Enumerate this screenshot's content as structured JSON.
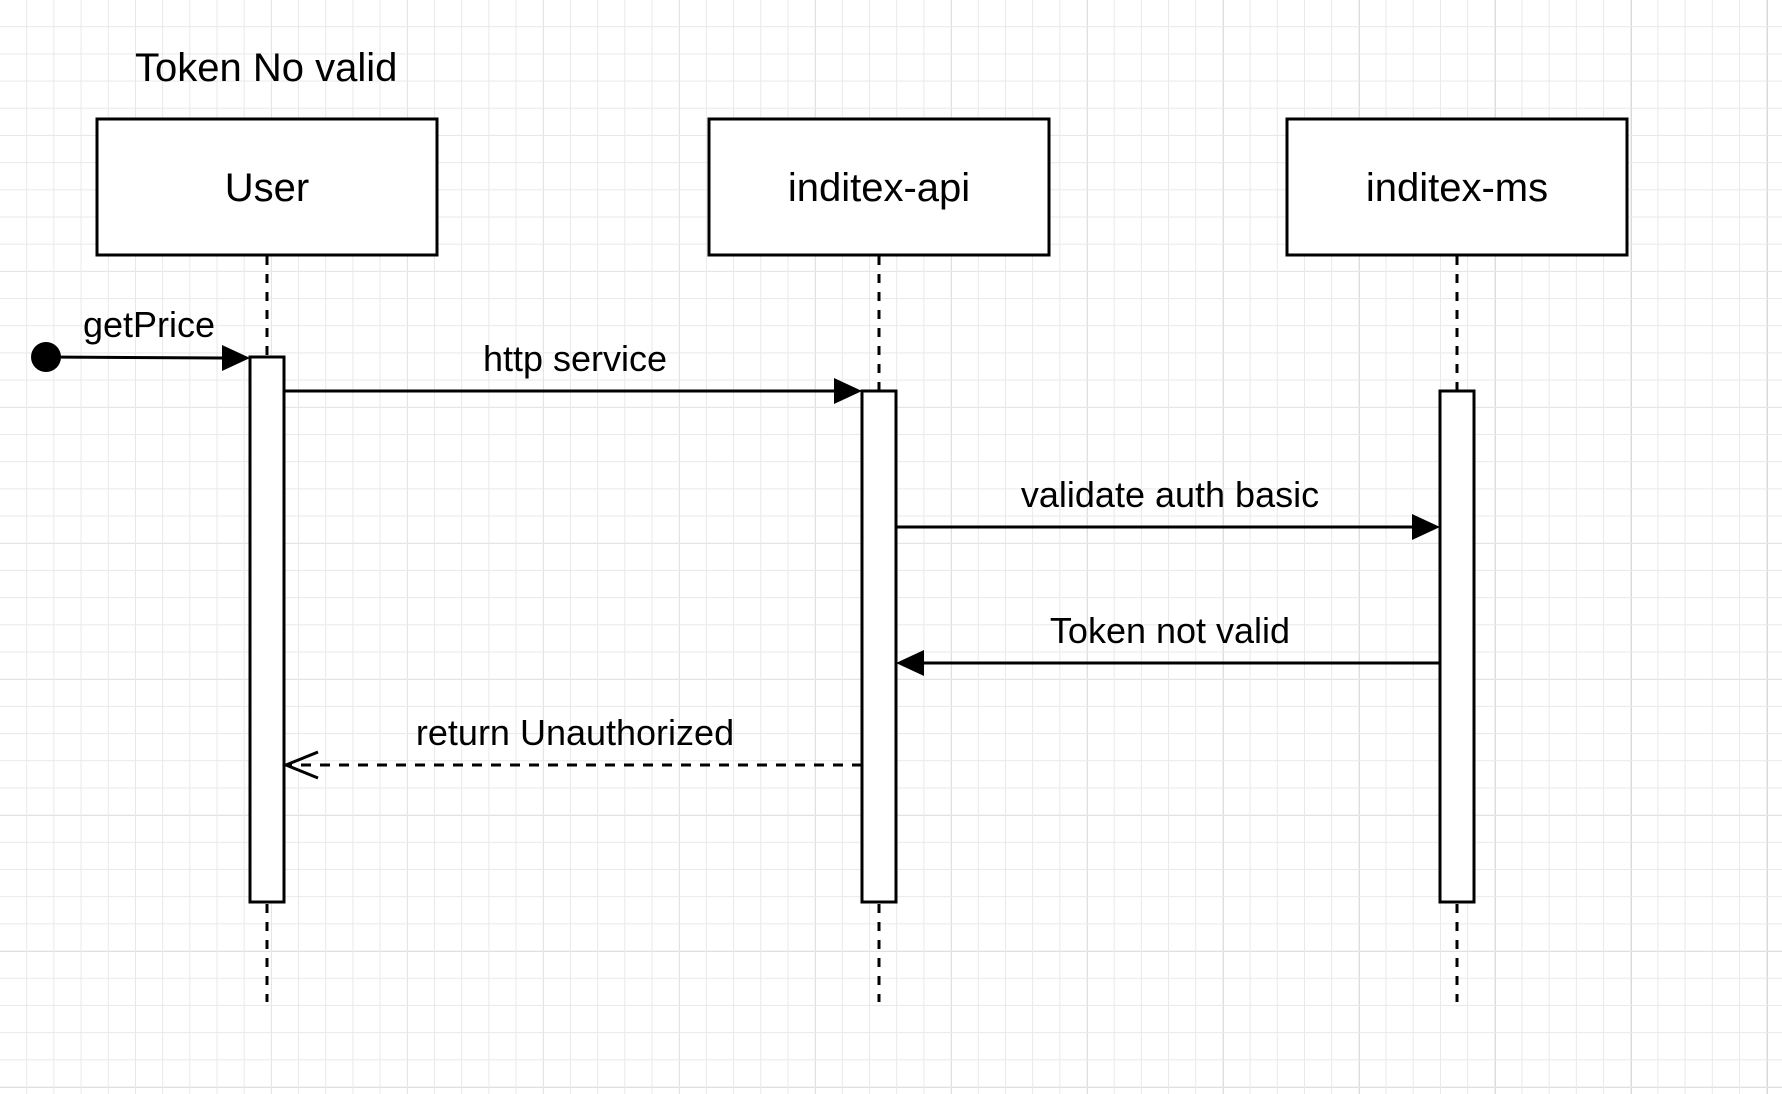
{
  "diagram": {
    "title": "Token No valid",
    "participants": [
      {
        "id": "user",
        "label": "User"
      },
      {
        "id": "api",
        "label": "inditex-api"
      },
      {
        "id": "ms",
        "label": "inditex-ms"
      }
    ],
    "messages": [
      {
        "id": "m0",
        "label": "getPrice",
        "from": "start",
        "to": "user",
        "style": "solid",
        "arrow": "filled"
      },
      {
        "id": "m1",
        "label": "http service",
        "from": "user",
        "to": "api",
        "style": "solid",
        "arrow": "filled"
      },
      {
        "id": "m2",
        "label": "validate auth basic",
        "from": "api",
        "to": "ms",
        "style": "solid",
        "arrow": "filled"
      },
      {
        "id": "m3",
        "label": "Token not valid",
        "from": "ms",
        "to": "api",
        "style": "solid",
        "arrow": "filled"
      },
      {
        "id": "m4",
        "label": "return Unauthorized",
        "from": "api",
        "to": "user",
        "style": "dashed",
        "arrow": "open"
      }
    ]
  }
}
